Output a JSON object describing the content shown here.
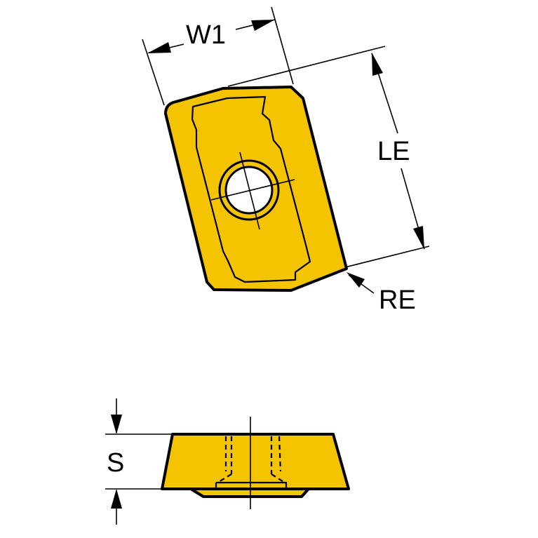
{
  "labels": {
    "w1": "W1",
    "le": "LE",
    "re": "RE",
    "s": "S"
  },
  "colors": {
    "insert_fill": "#F5C400",
    "outline": "#000000",
    "background": "#FFFFFF"
  }
}
